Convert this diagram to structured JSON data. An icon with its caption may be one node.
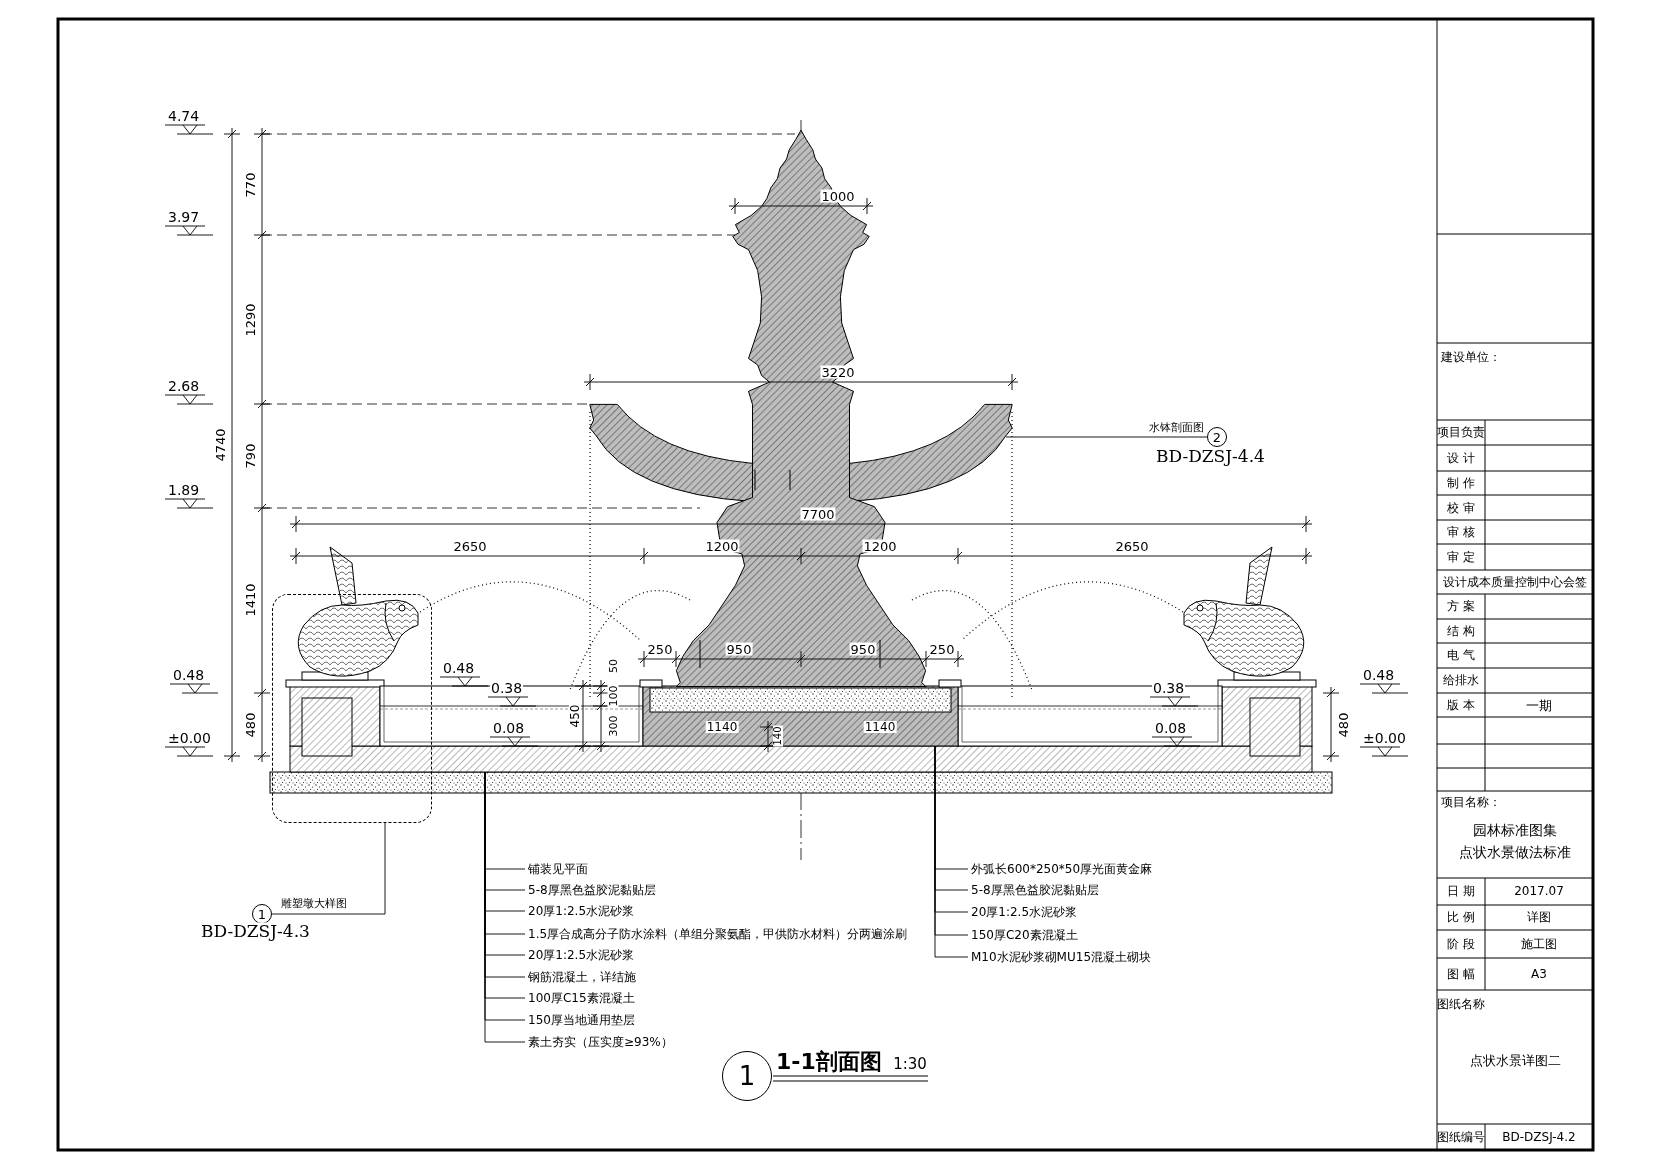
{
  "diagram": {
    "title": "1-1剖面图",
    "nodes": [
      {
        "text": [
          "2"
        ],
        "beside": [
          "水钵剖面图",
          "BD-DZSJ-4.4"
        ]
      },
      {
        "text": [],
        "shape": "box"
      },
      {
        "text": [
          "1"
        ],
        "beside": [
          "雕塑墩大样图",
          "BD-DZSJ-4.3"
        ]
      },
      {
        "text": [
          "铺装见平面"
        ]
      },
      {
        "text": [
          "5-8厚黑色益胶泥黏贴层"
        ]
      },
      {
        "text": [
          "20厚1:2.5水泥砂浆"
        ]
      },
      {
        "text": [
          "1.5厚合成高分子防水涂料（单组分聚氨酯，甲供防水材料）分两遍涂刷"
        ]
      },
      {
        "text": [
          "20厚1:2.5水泥砂浆"
        ]
      },
      {
        "text": [
          "钢筋混凝土，详结施"
        ]
      },
      {
        "text": [
          "100厚C15素混凝土"
        ]
      },
      {
        "text": [
          "150厚当地通用垫层"
        ]
      },
      {
        "text": [
          "素土夯实（压实度≥93%）"
        ]
      },
      {
        "text": [
          "外弧长600*250*50厚光面黄金麻"
        ]
      },
      {
        "text": [
          "5-8厚黑色益胶泥黏贴层"
        ]
      },
      {
        "text": [
          "20厚1:2.5水泥砂浆"
        ]
      },
      {
        "text": [
          "150厚C20素混凝土"
        ]
      },
      {
        "text": [
          "M10水泥砂浆砌MU15混凝土砌块"
        ]
      },
      {
        "text": [],
        "shape": "picture"
      },
      {
        "text": [],
        "shape": "box"
      },
      {
        "text": [],
        "shape": "box"
      }
    ],
    "edges": [
      {
        "from": 0,
        "to": 17,
        "arrow": "none"
      },
      {
        "from": 2,
        "to": 1,
        "arrow": "none"
      },
      {
        "from": 3,
        "to": 18,
        "arrow": "none"
      },
      {
        "from": 4,
        "to": 18,
        "arrow": "none"
      },
      {
        "from": 5,
        "to": 18,
        "arrow": "none"
      },
      {
        "from": 6,
        "to": 18,
        "arrow": "none"
      },
      {
        "from": 7,
        "to": 18,
        "arrow": "none"
      },
      {
        "from": 8,
        "to": 18,
        "arrow": "none"
      },
      {
        "from": 9,
        "to": 18,
        "arrow": "none"
      },
      {
        "from": 10,
        "to": 18,
        "arrow": "none"
      },
      {
        "from": 11,
        "to": 18,
        "arrow": "none"
      },
      {
        "from": 12,
        "to": 19,
        "arrow": "none"
      },
      {
        "from": 13,
        "to": 19,
        "arrow": "none"
      },
      {
        "from": 14,
        "to": 19,
        "arrow": "none"
      },
      {
        "from": 15,
        "to": 19,
        "arrow": "none"
      },
      {
        "from": 16,
        "to": 19,
        "arrow": "none"
      }
    ],
    "labels": [
      "4.74",
      "770",
      "1000",
      "3.97",
      "1290",
      "3220",
      "2.68",
      "4740",
      "790",
      "1.89",
      "7700",
      "2650",
      "1200",
      "1200",
      "2650",
      "1410",
      "250",
      "950",
      "950",
      "250",
      "0.48",
      "0.48",
      "50",
      "0.38",
      "100",
      "0.38",
      "0.48",
      "480",
      "0.08",
      "450",
      "300",
      "1140",
      "140",
      "1140",
      "0.08",
      "480",
      "±0.00",
      "±0.00",
      "1",
      "1:30",
      "建设单位：",
      "项目负责",
      "设 计",
      "制 作",
      "校 审",
      "审 核",
      "审 定",
      "设计成本质量控制中心会签",
      "方 案",
      "结 构",
      "电 气",
      "给排水",
      "版 本",
      "一期",
      "项目名称：",
      "园林标准图集",
      "点状水景做法标准",
      "日 期",
      "2017.07",
      "比 例",
      "详图",
      "阶 段",
      "施工图",
      "图 幅",
      "A3",
      "图纸名称",
      "点状水景详图二",
      "图纸编号",
      "BD-DZSJ-4.2"
    ]
  }
}
